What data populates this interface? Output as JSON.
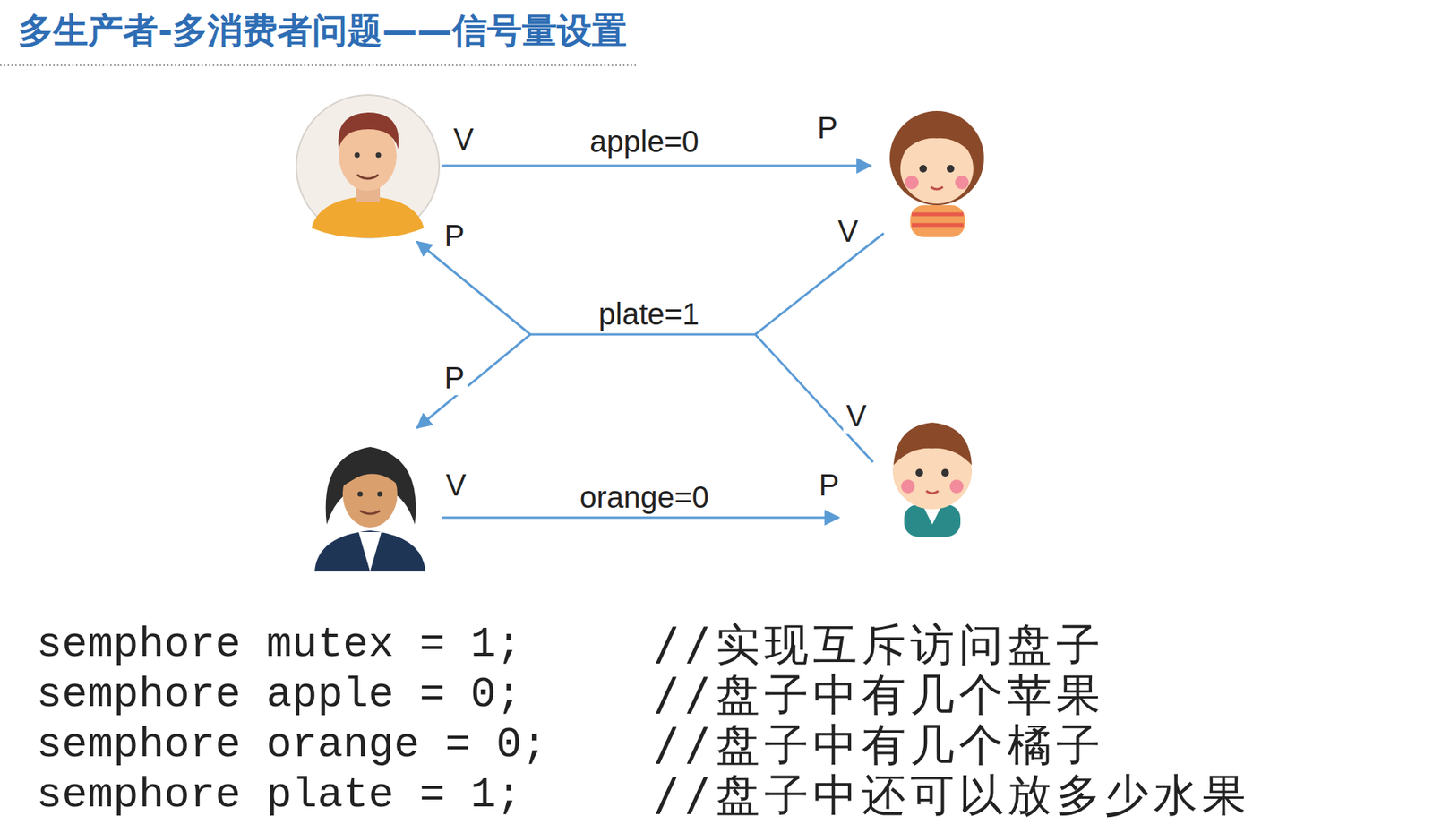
{
  "diagram": {
    "title": "多生产者-多消费者问题——信号量设置",
    "labels": [
      "V",
      "apple=0",
      "P",
      "P",
      "V",
      "plate=1",
      "P",
      "V",
      "V",
      "orange=0",
      "P",
      "semphore mutex = 1;",
      "//实现互斥访问盘子",
      "semphore apple = 0;",
      "//盘子中有几个苹果",
      "semphore orange = 0;",
      "//盘子中有几个橘子",
      "semphore plate = 1;",
      "//盘子中还可以放多少水果"
    ]
  }
}
